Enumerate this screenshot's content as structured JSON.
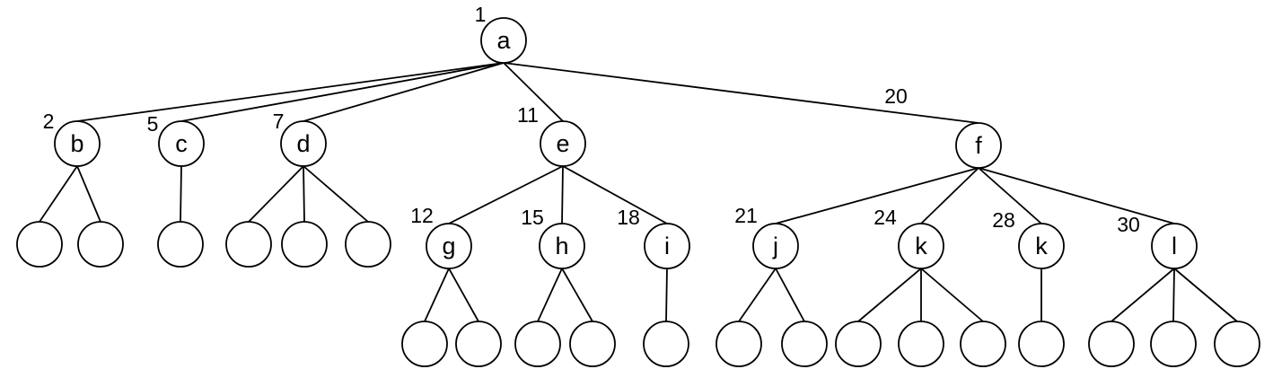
{
  "diagram": {
    "nodes": [
      {
        "id": "a",
        "label": "a",
        "order": "1"
      },
      {
        "id": "b",
        "label": "b",
        "order": "2"
      },
      {
        "id": "c",
        "label": "c",
        "order": "5"
      },
      {
        "id": "d",
        "label": "d",
        "order": "7"
      },
      {
        "id": "e",
        "label": "e",
        "order": "11"
      },
      {
        "id": "f",
        "label": "f",
        "order": "20"
      },
      {
        "id": "g",
        "label": "g",
        "order": "12"
      },
      {
        "id": "h",
        "label": "h",
        "order": "15"
      },
      {
        "id": "i",
        "label": "i",
        "order": "18"
      },
      {
        "id": "j",
        "label": "j",
        "order": "21"
      },
      {
        "id": "k1",
        "label": "k",
        "order": "24"
      },
      {
        "id": "k2",
        "label": "k",
        "order": "28"
      },
      {
        "id": "l",
        "label": "l",
        "order": "30"
      },
      {
        "id": "b1",
        "label": "",
        "order": ""
      },
      {
        "id": "b2",
        "label": "",
        "order": ""
      },
      {
        "id": "c1",
        "label": "",
        "order": ""
      },
      {
        "id": "d1",
        "label": "",
        "order": ""
      },
      {
        "id": "d2",
        "label": "",
        "order": ""
      },
      {
        "id": "d3",
        "label": "",
        "order": ""
      },
      {
        "id": "g1",
        "label": "",
        "order": ""
      },
      {
        "id": "g2",
        "label": "",
        "order": ""
      },
      {
        "id": "h1",
        "label": "",
        "order": ""
      },
      {
        "id": "h2",
        "label": "",
        "order": ""
      },
      {
        "id": "i1",
        "label": "",
        "order": ""
      },
      {
        "id": "j1",
        "label": "",
        "order": ""
      },
      {
        "id": "j2",
        "label": "",
        "order": ""
      },
      {
        "id": "k1a",
        "label": "",
        "order": ""
      },
      {
        "id": "k1b",
        "label": "",
        "order": ""
      },
      {
        "id": "k1c",
        "label": "",
        "order": ""
      },
      {
        "id": "k2a",
        "label": "",
        "order": ""
      },
      {
        "id": "l1",
        "label": "",
        "order": ""
      },
      {
        "id": "l2",
        "label": "",
        "order": ""
      },
      {
        "id": "l3",
        "label": "",
        "order": ""
      }
    ],
    "edges": [
      [
        "a",
        "b"
      ],
      [
        "a",
        "c"
      ],
      [
        "a",
        "d"
      ],
      [
        "a",
        "e"
      ],
      [
        "a",
        "f"
      ],
      [
        "b",
        "b1"
      ],
      [
        "b",
        "b2"
      ],
      [
        "c",
        "c1"
      ],
      [
        "d",
        "d1"
      ],
      [
        "d",
        "d2"
      ],
      [
        "d",
        "d3"
      ],
      [
        "e",
        "g"
      ],
      [
        "e",
        "h"
      ],
      [
        "e",
        "i"
      ],
      [
        "f",
        "j"
      ],
      [
        "f",
        "k1"
      ],
      [
        "f",
        "k2"
      ],
      [
        "f",
        "l"
      ],
      [
        "g",
        "g1"
      ],
      [
        "g",
        "g2"
      ],
      [
        "h",
        "h1"
      ],
      [
        "h",
        "h2"
      ],
      [
        "i",
        "i1"
      ],
      [
        "j",
        "j1"
      ],
      [
        "j",
        "j2"
      ],
      [
        "k1",
        "k1a"
      ],
      [
        "k1",
        "k1b"
      ],
      [
        "k1",
        "k1c"
      ],
      [
        "k2",
        "k2a"
      ],
      [
        "l",
        "l1"
      ],
      [
        "l",
        "l2"
      ],
      [
        "l",
        "l3"
      ]
    ]
  }
}
